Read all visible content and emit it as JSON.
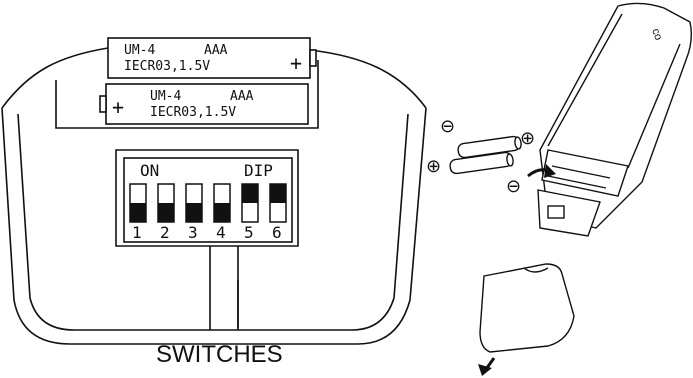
{
  "battery_top": {
    "model": "UM-4",
    "size": "AAA",
    "spec": "IECR03,1.5V",
    "polarity": "+"
  },
  "battery_bottom": {
    "model": "UM-4",
    "size": "AAA",
    "spec": "IECR03,1.5V",
    "polarity": "+"
  },
  "dip": {
    "on_label": "ON",
    "dip_label": "DIP",
    "switches": [
      {
        "number": "1",
        "state": "on"
      },
      {
        "number": "2",
        "state": "on"
      },
      {
        "number": "3",
        "state": "on"
      },
      {
        "number": "4",
        "state": "on"
      },
      {
        "number": "5",
        "state": "off"
      },
      {
        "number": "6",
        "state": "off"
      }
    ]
  },
  "callout": "SWITCHES",
  "remote": {
    "plus_symbol": "⊕",
    "minus_symbol": "⊖",
    "logo": "co"
  },
  "colors": {
    "ink": "#111111",
    "paper": "#ffffff",
    "fill": "#f4f4f4"
  }
}
